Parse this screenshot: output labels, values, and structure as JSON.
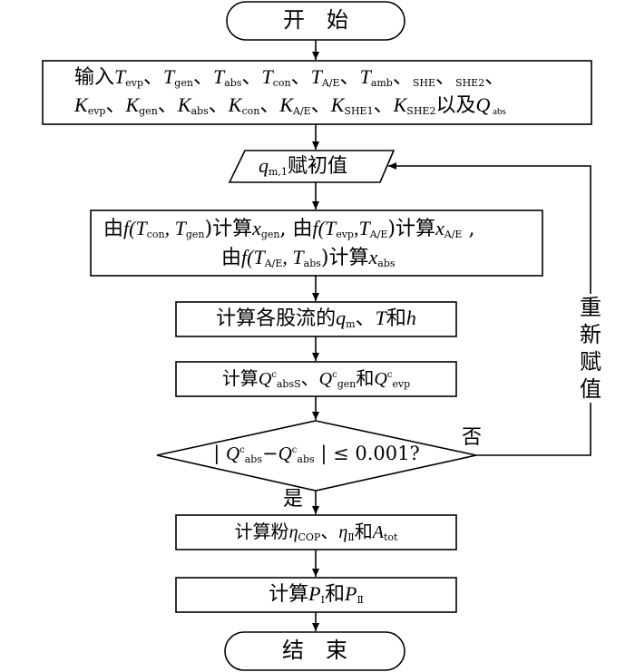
{
  "nodes": {
    "start": "开　始",
    "end": "结　束",
    "input": {
      "prefix": "输入",
      "line1": [
        {
          "v": "T",
          "s": "evp"
        },
        {
          "v": "T",
          "s": "gen"
        },
        {
          "v": "T",
          "s": "abs"
        },
        {
          "v": "T",
          "s": "con"
        },
        {
          "v": "T",
          "s": "A/E"
        },
        {
          "v": "T",
          "s": "amb"
        },
        {
          "v": "",
          "s": "SHE"
        },
        {
          "v": "",
          "s": "SHE2"
        }
      ],
      "line2": [
        {
          "v": "K",
          "s": "evp"
        },
        {
          "v": "K",
          "s": "gen"
        },
        {
          "v": "K",
          "s": "abs"
        },
        {
          "v": "K",
          "s": "con"
        },
        {
          "v": "K",
          "s": "A/E"
        },
        {
          "v": "K",
          "s": "SHE1"
        },
        {
          "v": "K",
          "s": "SHE2"
        }
      ],
      "and_label": "以及",
      "q_var": "Q",
      "q_sub": "abs",
      "separator": "、"
    },
    "init": {
      "var": "q",
      "sub": "m,1",
      "text": "赋初值"
    },
    "compute_x": {
      "a_pre": "由",
      "a_func": "f(T",
      "a_sub1": "con",
      "a_mid": ", T",
      "a_sub2": "gen",
      "a_close": ")",
      "a_calc": "计算",
      "a_x": "x",
      "a_xsub": "gen",
      "a_comma": ", ",
      "b_pre": "由",
      "b_func": "f(T",
      "b_sub1": "evp",
      "b_mid": ",T",
      "b_sub2": "A/E",
      "b_close": ")",
      "b_calc": "计算",
      "b_x": "x",
      "b_xsub": "A/E",
      "b_comma": " ,",
      "c_pre": "由",
      "c_func": "f(T",
      "c_sub1": "A/E",
      "c_mid": ", T",
      "c_sub2": "abs",
      "c_close": ")",
      "c_calc": "计算",
      "c_x": "x",
      "c_xsub": "abs"
    },
    "compute_streams": {
      "text": "计算各股流的",
      "q": "q",
      "qsub": "m",
      "sep": "、",
      "t": "T",
      "and": "和",
      "h": "h"
    },
    "compute_q": {
      "text": "计算",
      "q": "Q",
      "sup": "c",
      "sub1": "absS",
      "sep": "、",
      "sub2": "gen",
      "and": "和",
      "sub3": "evp"
    },
    "decision": {
      "bar": "|",
      "q": "Q",
      "sup": "c",
      "sub1": "abs",
      "minus": "−",
      "sub2": "abs",
      "le": "≤",
      "value": "0.001?"
    },
    "compute_cop": {
      "text": "计算粉",
      "eta": "η",
      "sub1": "COP",
      "sep": "、",
      "sub2": "Ⅱ",
      "and": "和",
      "a": "A",
      "sub3": "tot"
    },
    "compute_p": {
      "text": "计算",
      "p": "P",
      "sub1": "Ⅰ",
      "and": "和",
      "sub2": "Ⅱ"
    }
  },
  "labels": {
    "yes": "是",
    "no": "否",
    "reassign": [
      "重",
      "新",
      "赋",
      "值"
    ]
  }
}
